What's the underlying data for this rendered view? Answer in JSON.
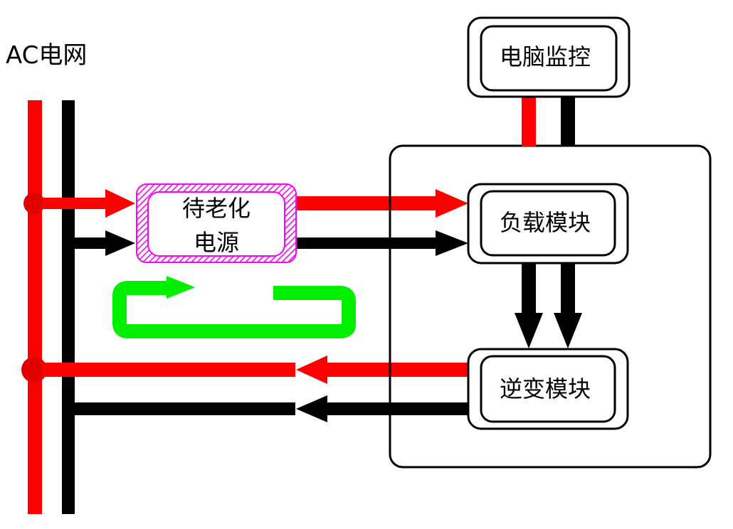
{
  "grid_label": "AC电网",
  "blocks": {
    "psu_line1": "待老化",
    "psu_line2": "电源",
    "monitor": "电脑监控",
    "load": "负载模块",
    "inverter": "逆变模块"
  },
  "colors": {
    "live": "#ff0000",
    "neutral": "#000000",
    "psu_border": "#ff00ff",
    "loop": "#00ee00",
    "box_stroke": "#000000"
  }
}
